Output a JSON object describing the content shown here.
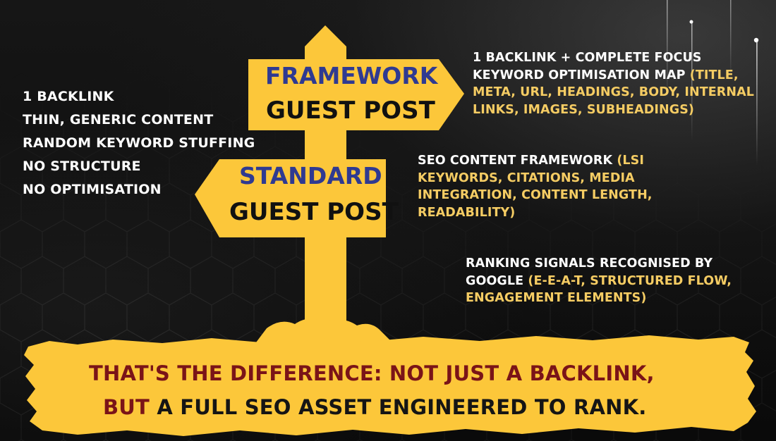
{
  "signpost": {
    "top_sign": {
      "line1": "FRAMEWORK",
      "line2": "GUEST POST"
    },
    "bottom_sign": {
      "line1": "STANDARD",
      "line2": "GUEST POST"
    }
  },
  "standard_features": [
    "1 BACKLINK",
    "THIN, GENERIC CONTENT",
    "RANDOM KEYWORD STUFFING",
    "NO STRUCTURE",
    "NO OPTIMISATION"
  ],
  "framework_features": {
    "block1": {
      "line1_white": "1 BACKLINK + COMPLETE FOCUS",
      "line2_white": "KEYWORD OPTIMISATION MAP",
      "line2_yellow": " (TITLE,",
      "line3": "META, URL, HEADINGS, BODY, INTERNAL",
      "line4": "LINKS, IMAGES, SUBHEADINGS)"
    },
    "block2": {
      "line1_white": "SEO CONTENT FRAMEWORK",
      "line1_yellow": " (LSI",
      "line2": "KEYWORDS, CITATIONS, MEDIA",
      "line3": "INTEGRATION, CONTENT LENGTH,",
      "line4": "READABILITY)"
    },
    "block3": {
      "line1_white": "RANKING SIGNALS RECOGNISED BY",
      "line2_white": "GOOGLE",
      "line2_yellow": " (E-E-A-T, STRUCTURED FLOW,",
      "line3": "ENGAGEMENT ELEMENTS)"
    }
  },
  "banner": {
    "line1": "THAT'S THE DIFFERENCE: NOT JUST A BACKLINK,",
    "line2_red": "BUT",
    "line2_black": " A FULL SEO ASSET ENGINEERED TO RANK."
  },
  "colors": {
    "sign_yellow": "#fcc73a",
    "banner_red": "#7a1418",
    "sign_blue": "#2f3a91",
    "accent_yellow": "#f5cc63"
  }
}
